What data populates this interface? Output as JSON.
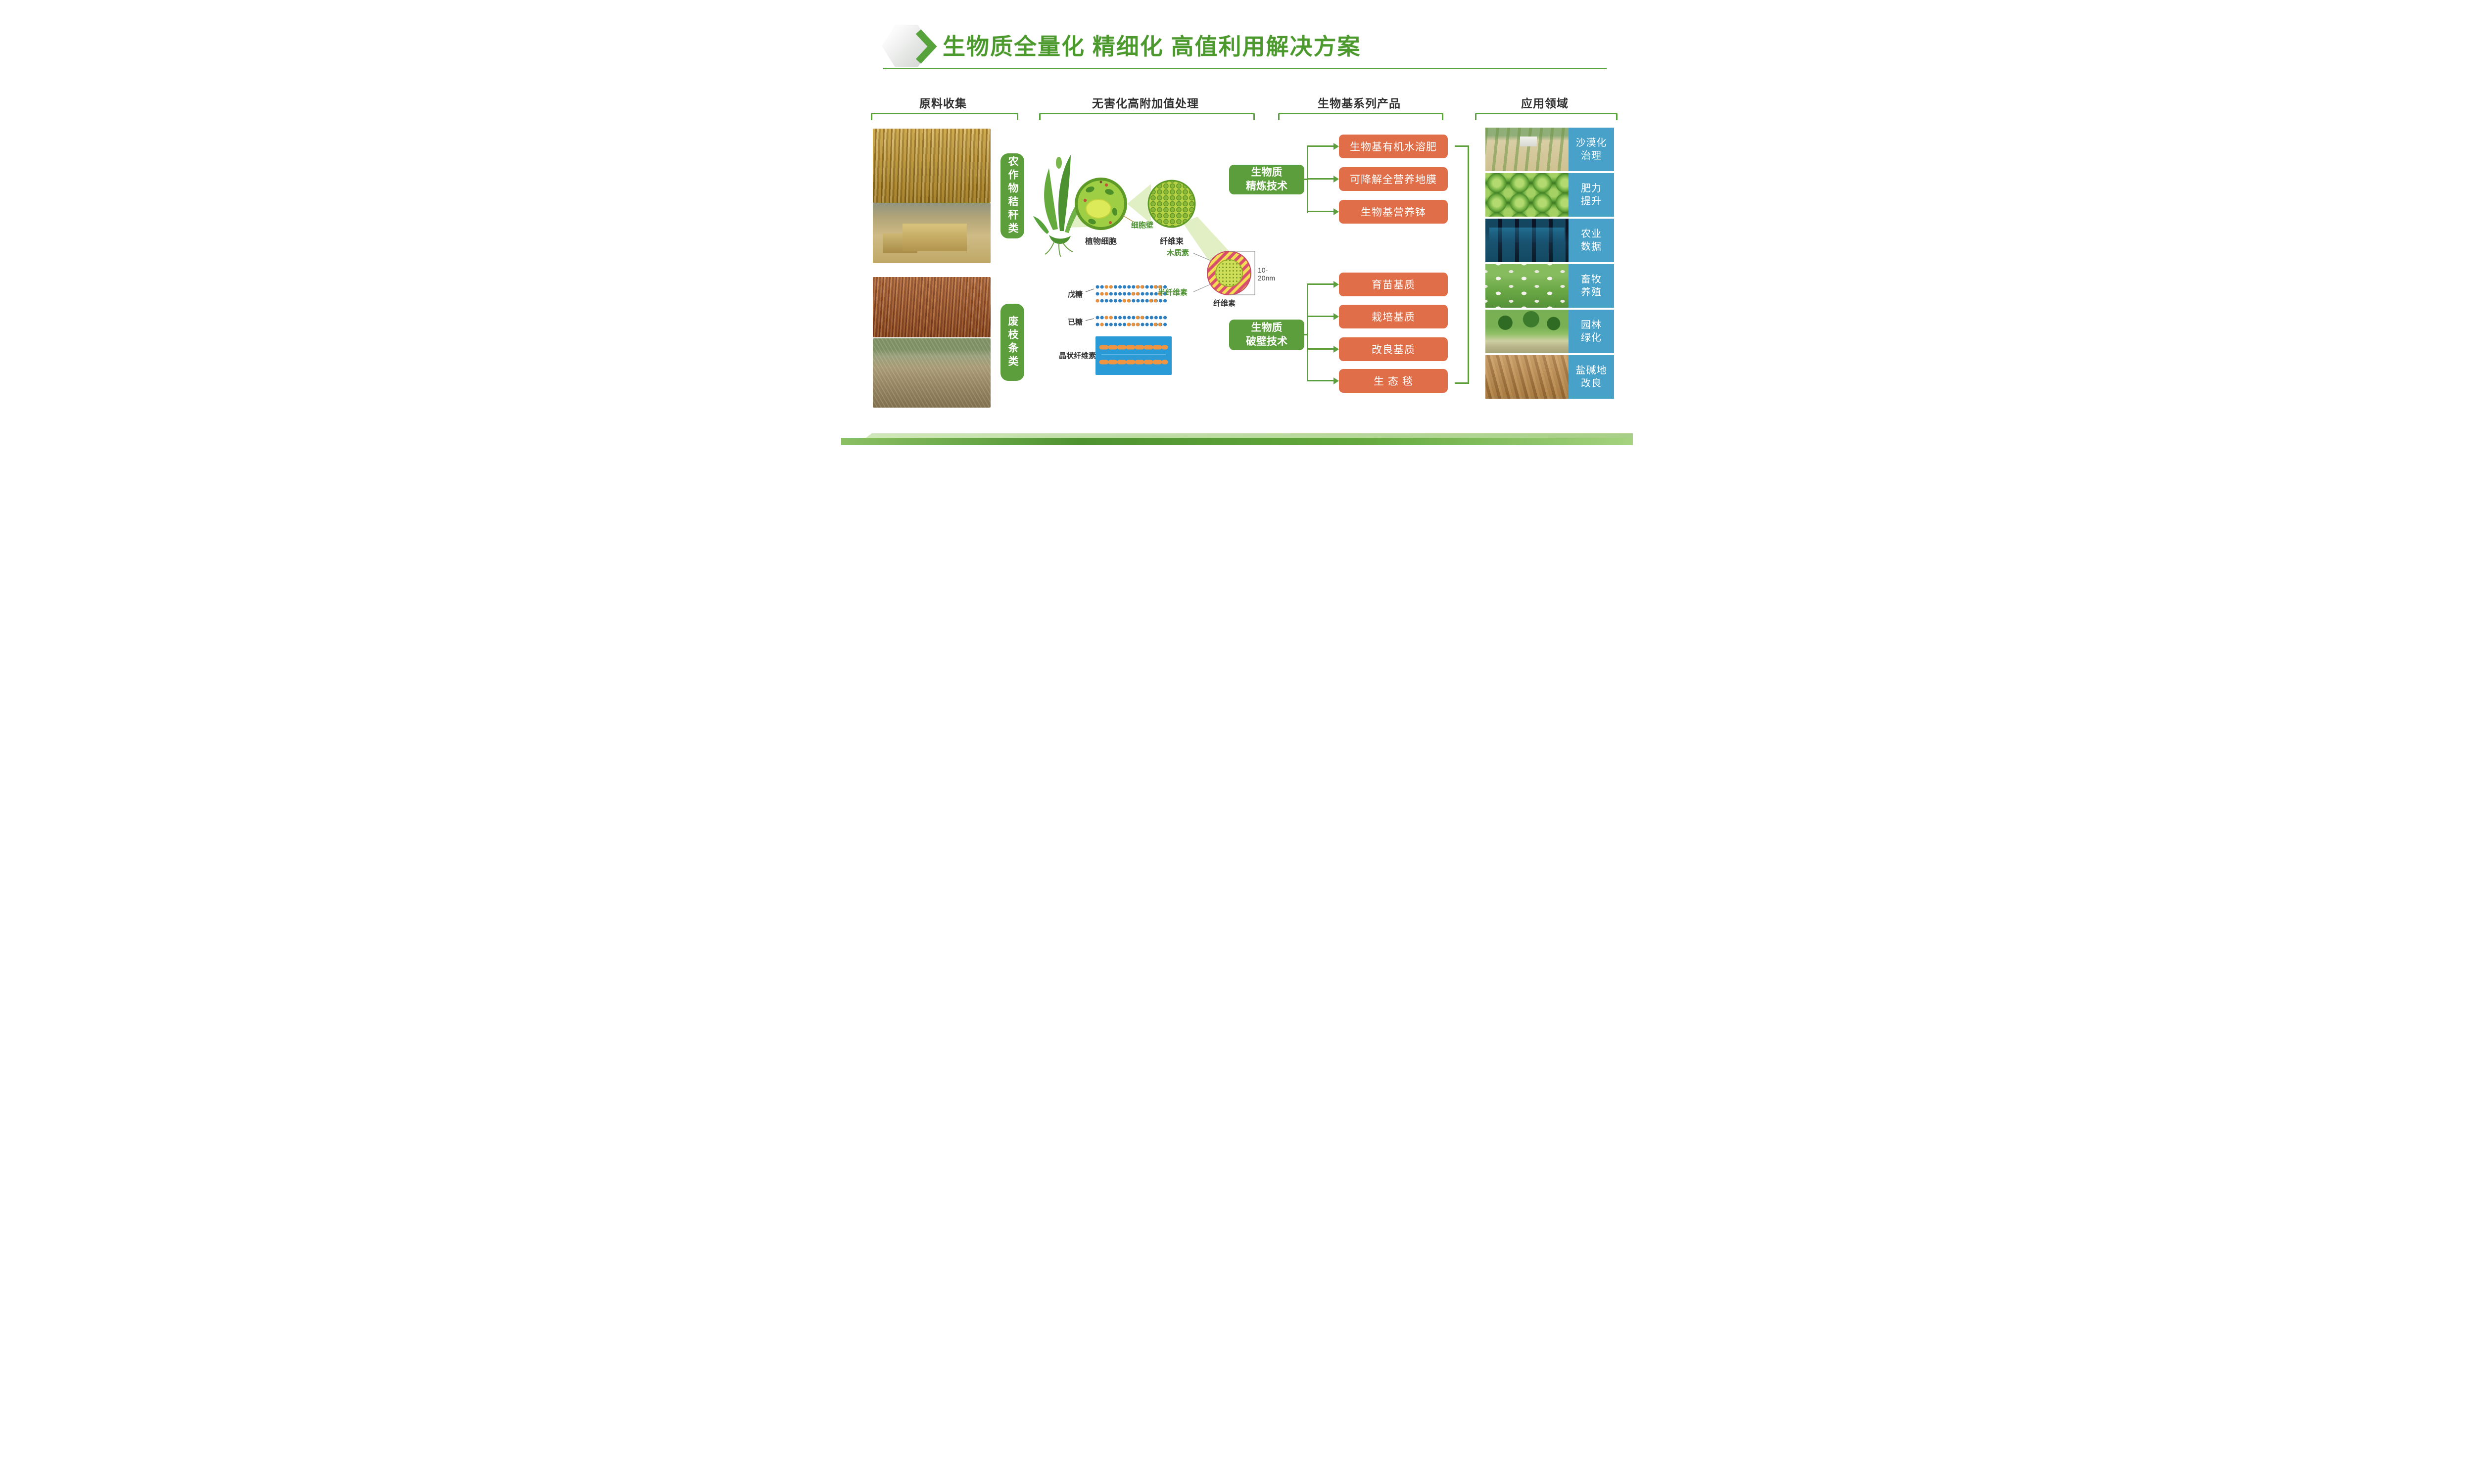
{
  "title": "生物质全量化 精细化 高值利用解决方案",
  "colors": {
    "green": "#5d9e3c",
    "orange": "#e06e48",
    "blue": "#47a1c9"
  },
  "sections": {
    "materials": {
      "header": "原料收集",
      "group1": "农作物秸秆类",
      "group2": "废枝条类"
    },
    "processing": {
      "header": "无害化高附加值处理",
      "plant_cell": "植物细胞",
      "cell_wall": "细胞壁",
      "fiber_bundle": "纤维束",
      "lignin": "木质素",
      "hemicellulose": "半纤维素",
      "cellulose": "纤维素",
      "diameter": "10-20nm",
      "pentose": "戊糖",
      "hexose": "已糖",
      "crystalline": "晶状纤维素",
      "tech1": "生物质\n精炼技术",
      "tech2": "生物质\n破壁技术"
    },
    "products": {
      "header": "生物基系列产品",
      "group1": [
        "生物基有机水溶肥",
        "可降解全营养地膜",
        "生物基营养钵"
      ],
      "group2": [
        "育苗基质",
        "栽培基质",
        "改良基质",
        "生 态 毯"
      ]
    },
    "applications": {
      "header": "应用领域",
      "items": [
        "沙漠化\n治理",
        "肥力\n提升",
        "农业\n数据",
        "畜牧\n养殖",
        "园林\n绿化",
        "盐碱地\n改良"
      ]
    }
  }
}
